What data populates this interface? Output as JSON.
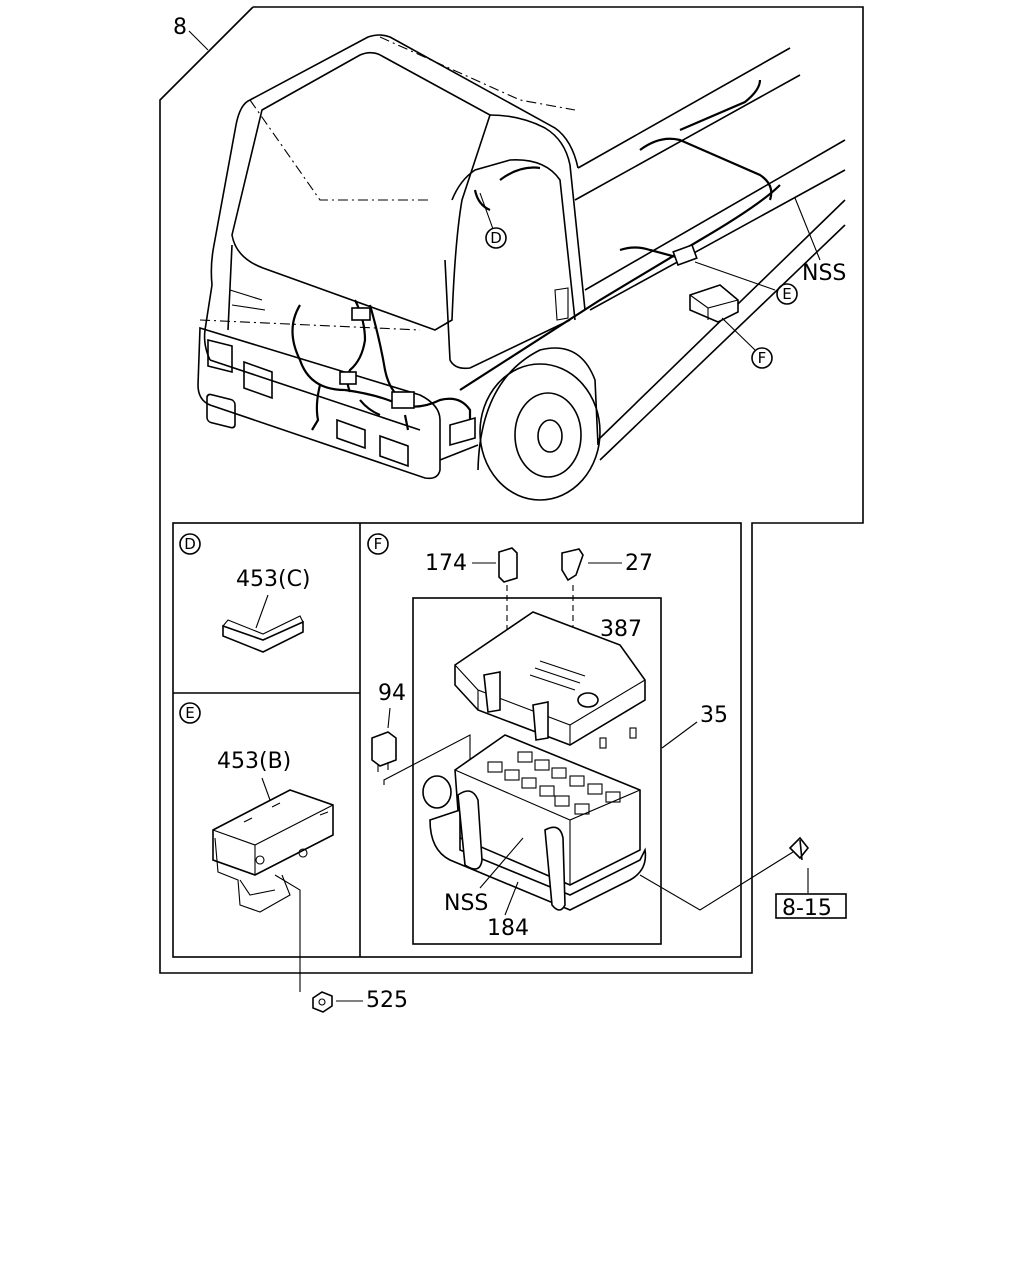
{
  "callouts": {
    "assembly_ref": "8",
    "nss_top": "NSS",
    "detail_d_marker": "D",
    "detail_e_marker": "E",
    "detail_f_marker": "F"
  },
  "panel_d": {
    "marker": "D",
    "part": "453(C)"
  },
  "panel_e": {
    "marker": "E",
    "part": "453(B)"
  },
  "panel_f": {
    "marker": "F",
    "parts": {
      "p174": "174",
      "p27": "27",
      "p387": "387",
      "p94": "94",
      "p35": "35",
      "nss": "NSS",
      "p184": "184"
    }
  },
  "refs": {
    "bolt_ref": "8-15",
    "nut": "525"
  }
}
